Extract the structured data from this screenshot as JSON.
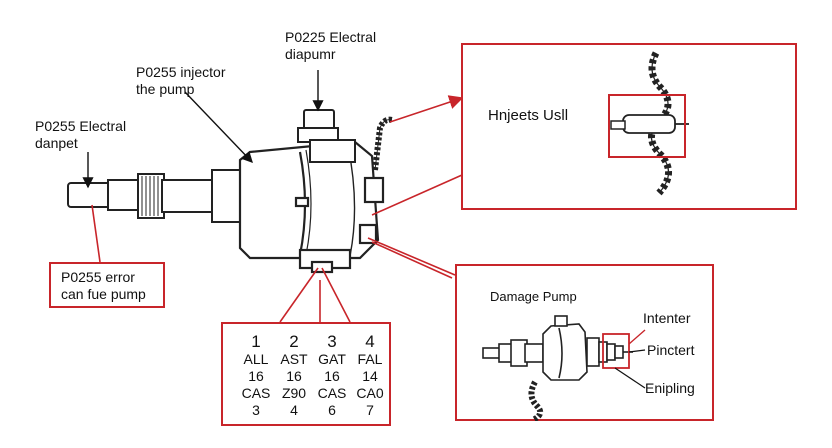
{
  "labels": {
    "top_electrical": "P0225 Electral\ndiapumr",
    "injector_pump": "P0255 injector\nthe pump",
    "left_electrical": "P0255 Electral\ndanpet",
    "error_box": "P0255 error\ncan fue pump",
    "inset_top_title": "Hnjeets Usll",
    "inset_bottom_title": "Damage Pump",
    "inset_bottom_intenter": "Intenter",
    "inset_bottom_pinctert": "Pinctert",
    "inset_bottom_enipling": "Enipling"
  },
  "code_table": {
    "headers": [
      "1",
      "2",
      "3",
      "4"
    ],
    "rows": [
      [
        "ALL",
        "AST",
        "GAT",
        "FAL"
      ],
      [
        "16",
        "16",
        "16",
        "14"
      ],
      [
        "CAS",
        "Z90",
        "CAS",
        "CA0"
      ],
      [
        "3",
        "4",
        "6",
        "7"
      ]
    ]
  },
  "colors": {
    "callout_red": "#c8252a",
    "line_art": "#222222"
  }
}
